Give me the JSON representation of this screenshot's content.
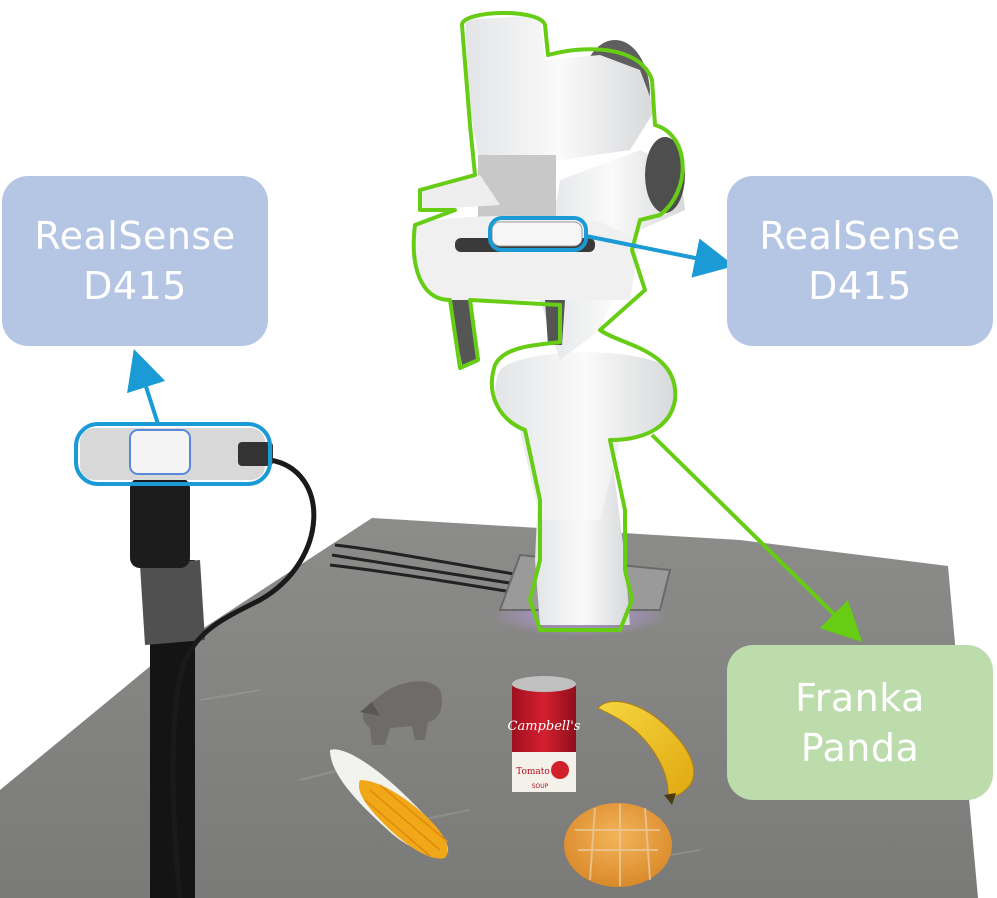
{
  "colors": {
    "camera_box": "#b4c6e4",
    "robot_box": "#bcdcac",
    "camera_outline": "#1b9bd6",
    "robot_outline": "#66cc14",
    "box_text": "#ffffff"
  },
  "labels": {
    "left_camera": {
      "line1": "RealSense",
      "line2": "D415"
    },
    "wrist_camera": {
      "line1": "RealSense",
      "line2": "D415"
    },
    "robot": {
      "line1": "Franka",
      "line2": "Panda"
    }
  },
  "scene_objects": [
    "robot-arm",
    "tripod-camera",
    "table",
    "rhino-toy",
    "soup-can",
    "banana-toy",
    "corn-toy",
    "bread-toy"
  ],
  "can_label": {
    "brand": "Campbell's",
    "flavor": "Tomato",
    "bottom": "SOUP"
  }
}
